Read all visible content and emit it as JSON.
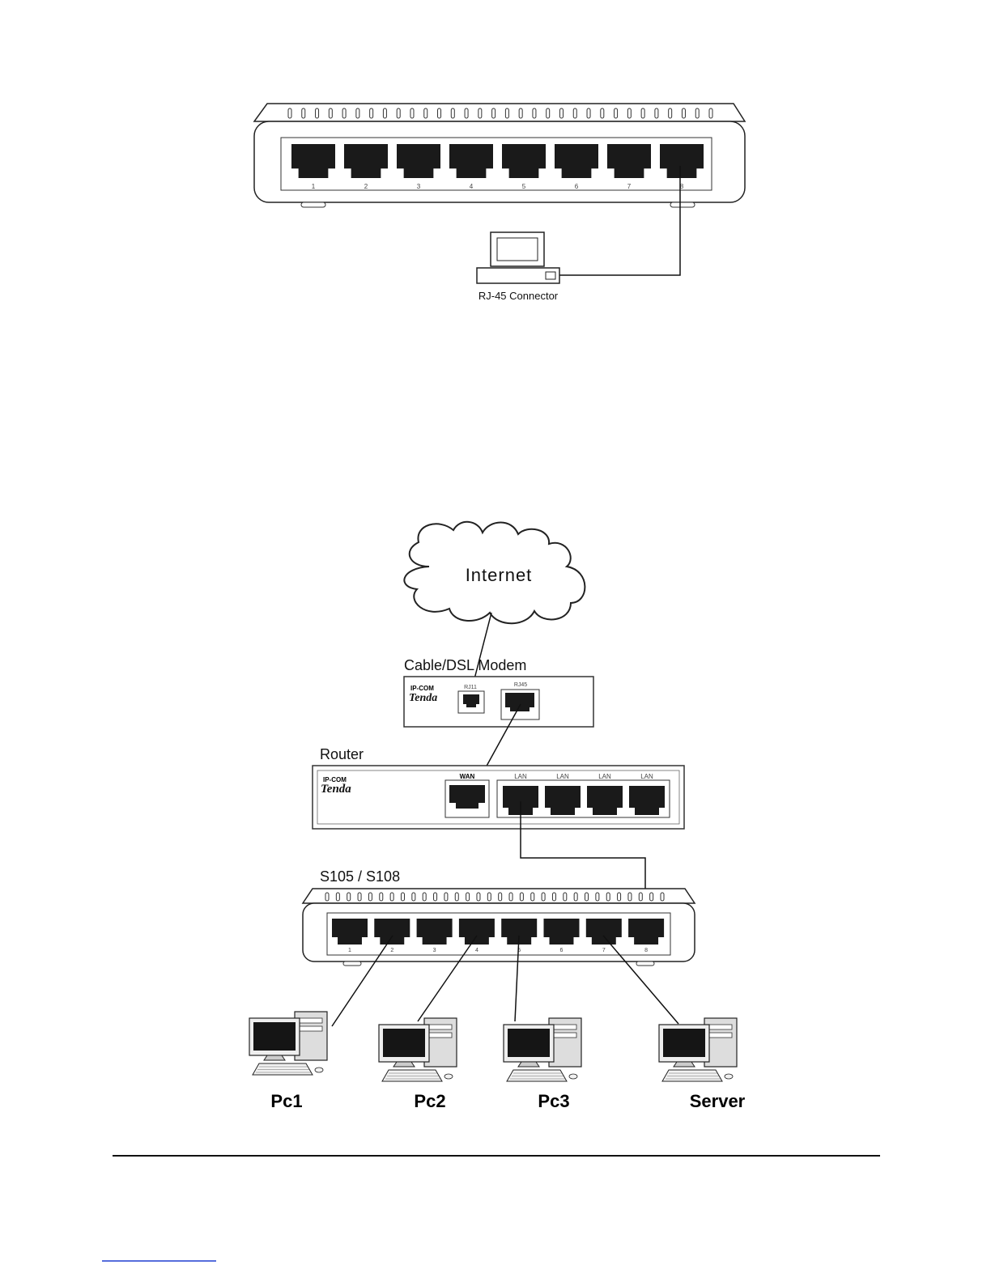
{
  "figure1": {
    "switch_ports": [
      "1",
      "2",
      "3",
      "4",
      "5",
      "6",
      "7",
      "8"
    ],
    "connector_label": "RJ-45 Connector"
  },
  "figure2": {
    "internet_label": "Internet",
    "modem": {
      "label": "Cable/DSL Modem",
      "brand_top": "IP-COM",
      "brand_main": "Tenda",
      "port_rj11": "RJ11",
      "port_rj45": "RJ45"
    },
    "router": {
      "label": "Router",
      "brand_top": "IP-COM",
      "brand_main": "Tenda",
      "wan_label": "WAN",
      "lan_labels": [
        "LAN",
        "LAN",
        "LAN",
        "LAN"
      ]
    },
    "switch": {
      "label": "S105 / S108",
      "ports": [
        "1",
        "2",
        "3",
        "4",
        "5",
        "6",
        "7",
        "8"
      ]
    },
    "computers": [
      "Pc1",
      "Pc2",
      "Pc3",
      "Server"
    ]
  },
  "colors": {
    "line": "#111111",
    "device_fill": "#ffffff",
    "port_fill": "#1a1a1a",
    "screen_fill": "#151515",
    "footer_link": "#1f3fd0"
  }
}
